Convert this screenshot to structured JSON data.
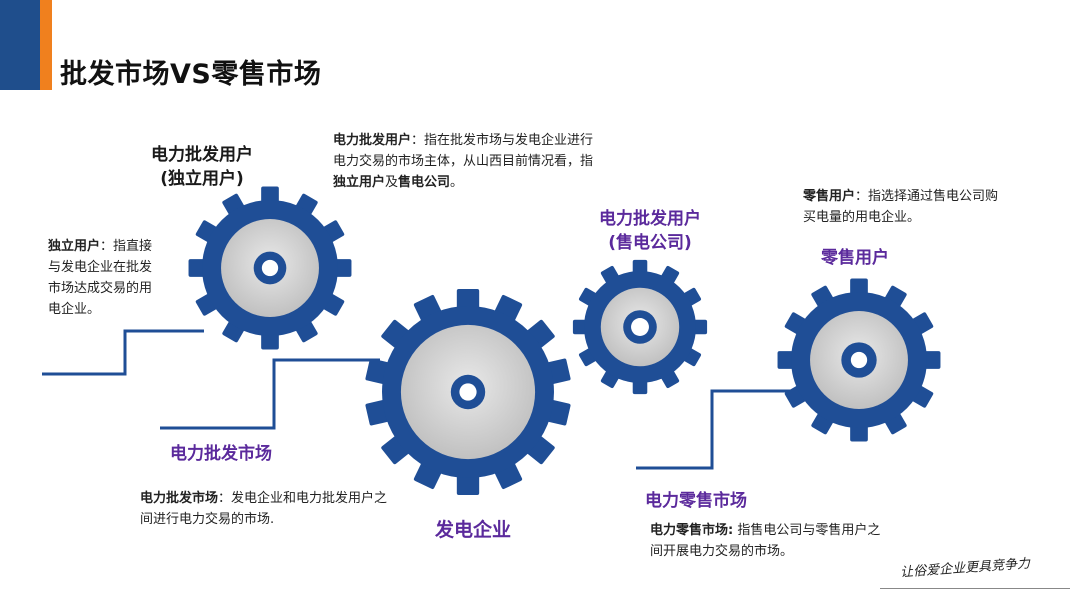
{
  "title": "批发市场VS零售市场",
  "gears": {
    "wholesale_user": {
      "label1": "电力批发用户",
      "label2": "(独立用户)"
    },
    "wholesale_user_sales": {
      "label1": "电力批发用户",
      "label2": "(售电公司)"
    },
    "retail_user": {
      "label1": "零售用户"
    },
    "generator": {
      "label1": "发电企业"
    }
  },
  "markets": {
    "wholesale": "电力批发市场",
    "retail": "电力零售市场"
  },
  "descriptions": {
    "independent_user": {
      "term": "独立用户",
      "text": "：指直接与发电企业在批发市场达成交易的用电企业。"
    },
    "wholesale_user": {
      "term": "电力批发用户",
      "text_a": "：指在批发市场与发电企业进行电力交易的市场主体，从山西目前情况看，指",
      "term_b": "独立用户",
      "text_b": "及",
      "term_c": "售电公司",
      "text_c": "。"
    },
    "retail_user": {
      "term": "零售用户",
      "text": "：指选择通过售电公司购买电量的用电企业。"
    },
    "wholesale_market": {
      "term": "电力批发市场",
      "text": "：发电企业和电力批发用户之间进行电力交易的市场."
    },
    "retail_market": {
      "term": "电力零售市场:",
      "text": " 指售电公司与零售用户之间开展电力交易的市场。"
    }
  },
  "signature": "让俗爱企业更具竞争力",
  "colors": {
    "gear": "#1f4e96",
    "gear_face": "#d4d4d4",
    "accent": "#5b2a9c",
    "orange": "#f0801e",
    "line": "#1f4e96"
  }
}
